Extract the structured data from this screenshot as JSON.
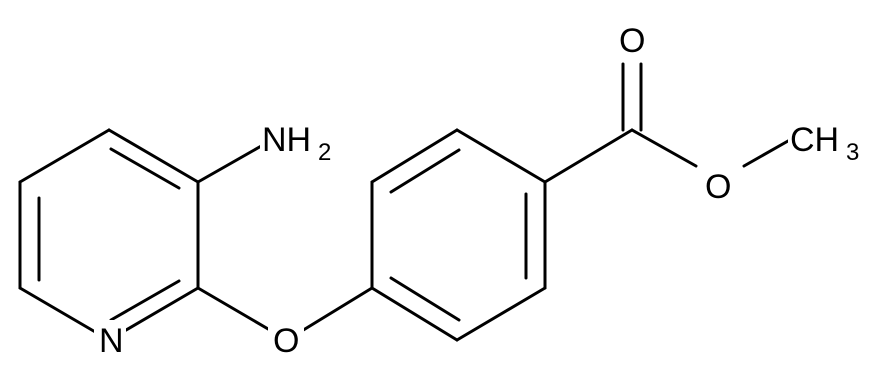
{
  "diagram": {
    "type": "structural-formula",
    "atom_labels": {
      "amine": {
        "main": "NH",
        "sub": "2"
      },
      "ring_nitrogen": {
        "main": "N"
      },
      "ether_oxygen": {
        "main": "O"
      },
      "carbonyl_oxygen": {
        "main": "O"
      },
      "ester_oxygen": {
        "main": "O"
      },
      "methyl": {
        "main": "CH",
        "sub": "3"
      }
    },
    "colors": {
      "bond": "#000000",
      "text": "#000000",
      "background": "#ffffff"
    }
  }
}
